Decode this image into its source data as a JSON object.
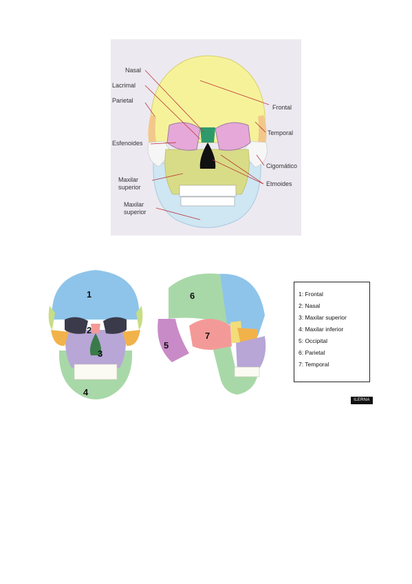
{
  "figure1": {
    "labels": {
      "nasal": "Nasal",
      "lacrimal": "Lacrimal",
      "parietal": "Parietal",
      "esfenoides": "Esfenoides",
      "maxilar_superior_1": "Maxilar\nsuperior",
      "maxilar_superior_2": "Maxilar\nsuperior",
      "frontal": "Frontal",
      "temporal": "Temporal",
      "cigomatico": "Cigomático",
      "etmoides": "Etmoides"
    }
  },
  "figure2": {
    "numbers": {
      "n1": "1",
      "n2": "2",
      "n3": "3",
      "n4": "4"
    }
  },
  "figure3": {
    "numbers": {
      "n5": "5",
      "n6": "6",
      "n7": "7"
    }
  },
  "legend": {
    "items": [
      "1: Frontal",
      "2: Nasal",
      "3: Maxilar superior",
      "4: Maxilar inferior",
      "5: Occipital",
      "6: Parietal",
      "7: Temporal"
    ]
  },
  "watermark": "ILERNA",
  "colors": {
    "frontal_yellow": "#f6f29a",
    "orbit_pink": "#e6a8d8",
    "nasal_green": "#2e9a6c",
    "maxilla_olive": "#d8dc86",
    "mandible_blue": "#cfe6f3",
    "zygomatic_white": "#f6f6f6",
    "skull_blue": "#8ec4ea",
    "skull_green": "#a8d8a8",
    "skull_orange": "#f2b24a",
    "skull_lilac": "#b7a6d6",
    "skull_pink": "#f39a98",
    "skull_magenta": "#c98bc7",
    "skull_lime": "#c7de84"
  }
}
